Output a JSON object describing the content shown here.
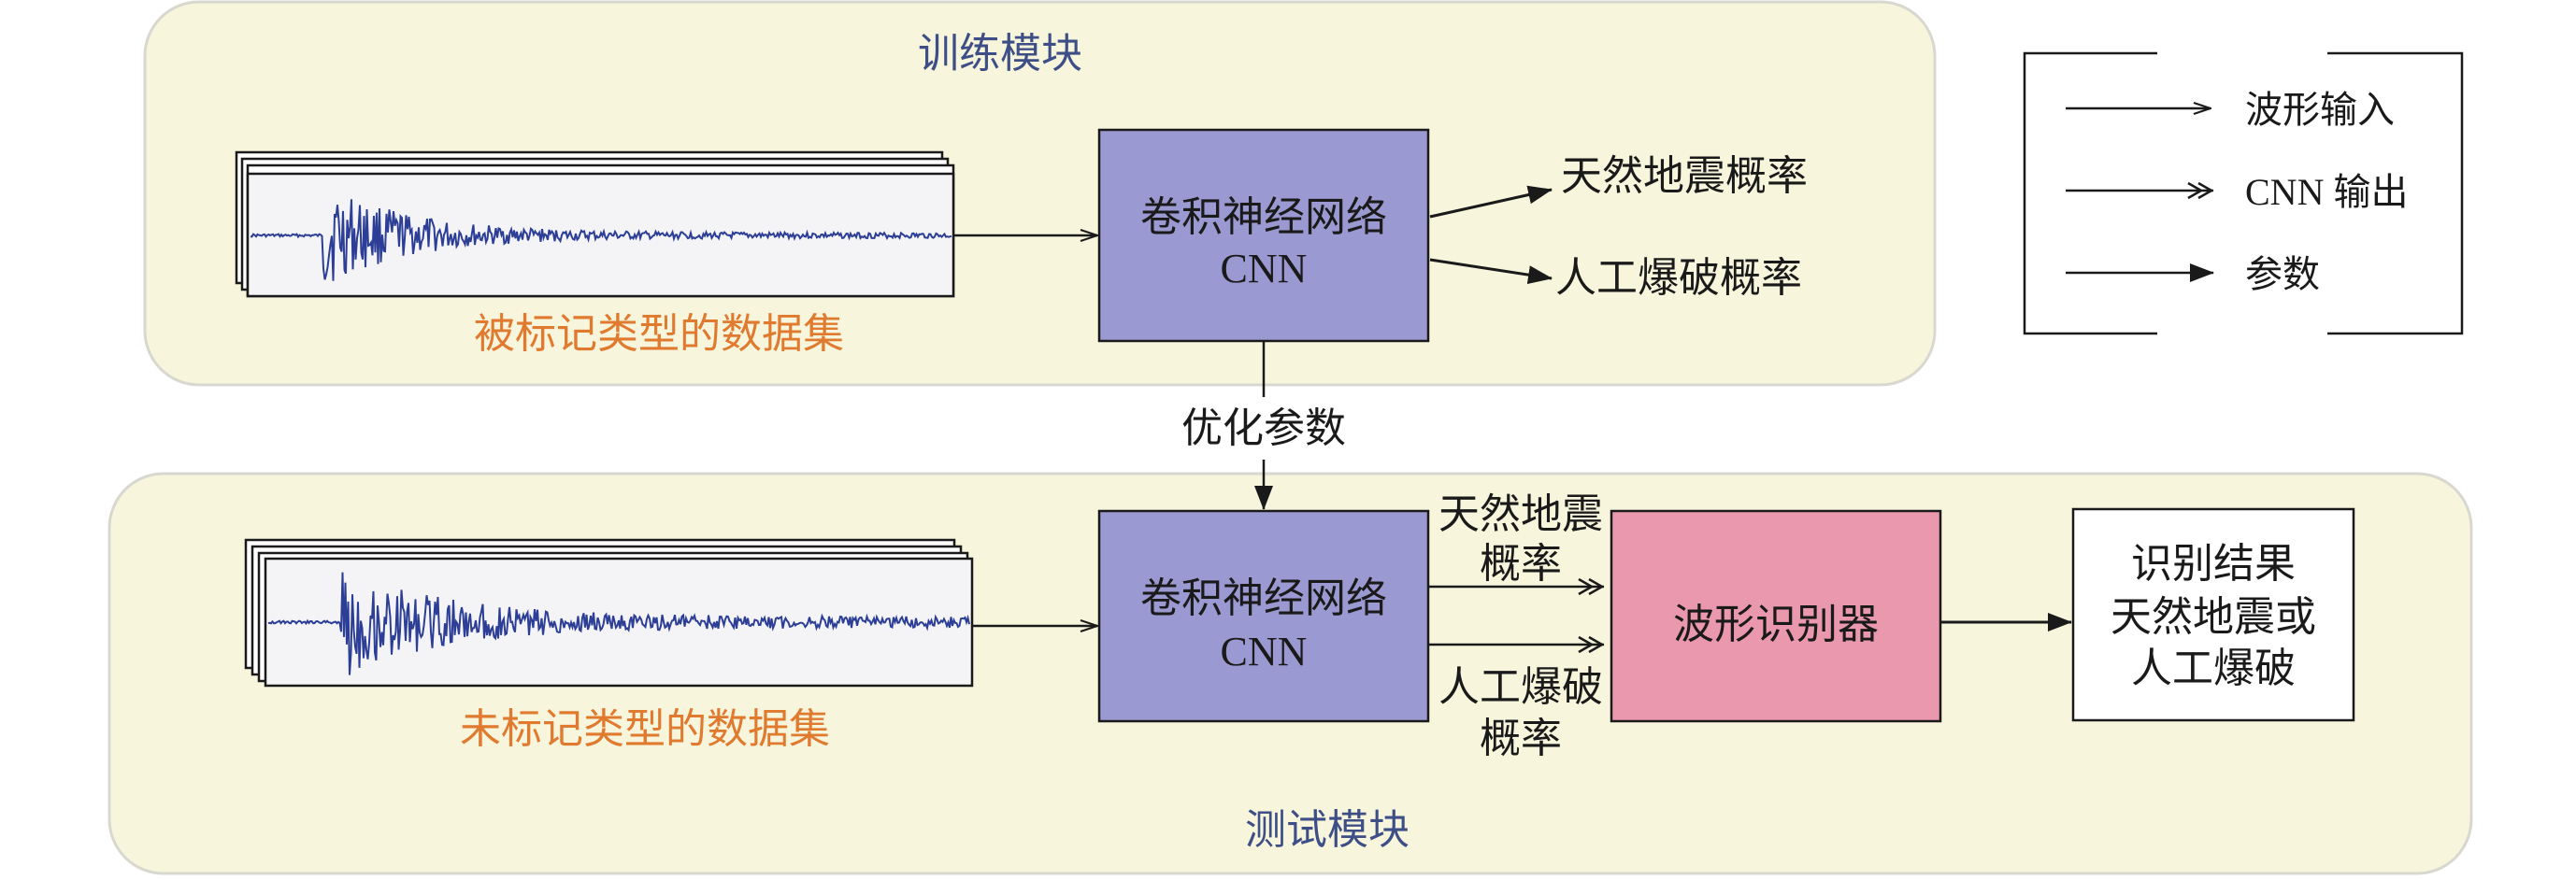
{
  "modules": {
    "training": {
      "title": "训练模块",
      "dataset_label": "被标记类型的数据集"
    },
    "testing": {
      "title": "测试模块",
      "dataset_label": "未标记类型的数据集"
    }
  },
  "cnn": {
    "line1": "卷积神经网络",
    "line2": "CNN"
  },
  "outputs": {
    "natural_quake_prob": "天然地震概率",
    "explosion_prob": "人工爆破概率",
    "natural_line1": "天然地震",
    "natural_line2": "概率",
    "explosion_line1": "人工爆破",
    "explosion_line2": "概率"
  },
  "optimize_label": "优化参数",
  "recognizer_label": "波形识别器",
  "result": {
    "line1": "识别结果",
    "line2": "天然地震或",
    "line3": "人工爆破"
  },
  "legend": {
    "waveform_input": "波形输入",
    "cnn_output": "CNN 输出",
    "parameters": "参数"
  },
  "colors": {
    "module_fill": "#f8f5dd",
    "module_stroke": "#d8d8d0",
    "cnn_fill": "#9b99d1",
    "recognizer_fill": "#ea98ae",
    "title_text": "#3d4f86",
    "dataset_text": "#e07a2f",
    "waveform": "#2c3e96"
  }
}
